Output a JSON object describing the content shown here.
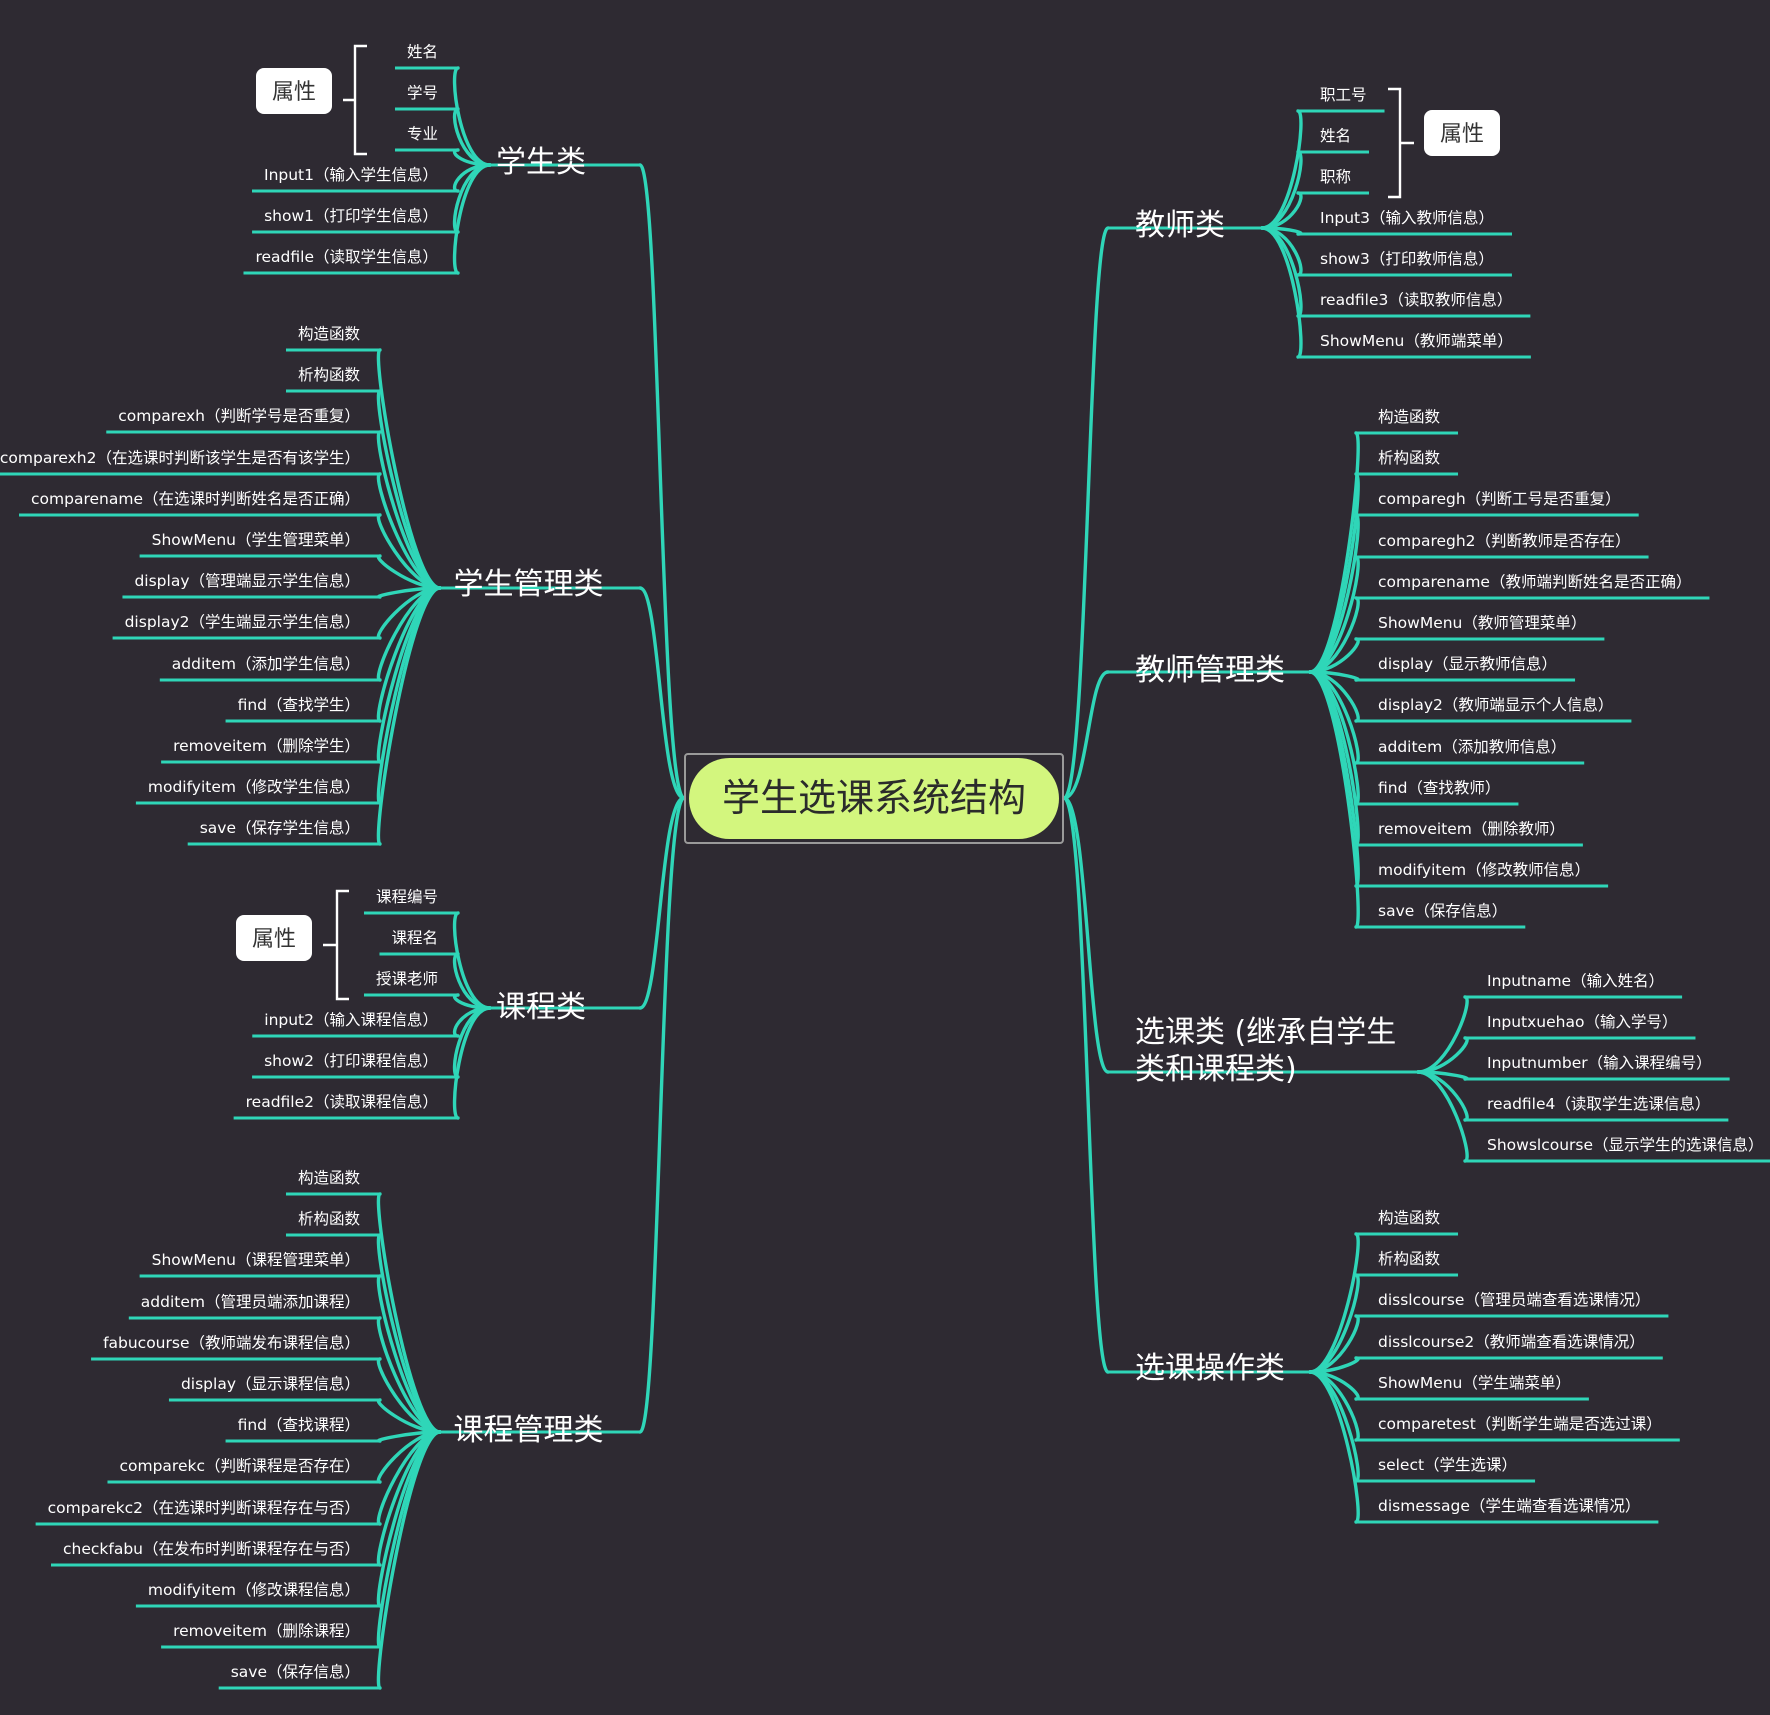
{
  "colors": {
    "background": "#2e2a32",
    "connector": "#2fd6b8",
    "hub": "#d3f67e"
  },
  "central": "学生选课系统结构",
  "attribute_tag": "属性",
  "branches": [
    {
      "title": "学生类",
      "items": [
        "姓名",
        "学号",
        "专业",
        "Input1（输入学生信息）",
        "show1（打印学生信息）",
        "readfile（读取学生信息）"
      ]
    },
    {
      "title": "学生管理类",
      "items": [
        "构造函数",
        "析构函数",
        "comparexh（判断学号是否重复）",
        "comparexh2（在选课时判断该学生是否有该学生）",
        "comparename（在选课时判断姓名是否正确）",
        "ShowMenu（学生管理菜单）",
        "display（管理端显示学生信息）",
        "display2（学生端显示学生信息）",
        "additem（添加学生信息）",
        "find（查找学生）",
        "removeitem（删除学生）",
        "modifyitem（修改学生信息）",
        "save（保存学生信息）"
      ]
    },
    {
      "title": "课程类",
      "items": [
        "课程编号",
        "课程名",
        "授课老师",
        "input2（输入课程信息）",
        "show2（打印课程信息）",
        "readfile2（读取课程信息）"
      ]
    },
    {
      "title": "课程管理类",
      "items": [
        "构造函数",
        "析构函数",
        "ShowMenu（课程管理菜单）",
        "additem（管理员端添加课程）",
        "fabucourse（教师端发布课程信息）",
        "display（显示课程信息）",
        "find（查找课程）",
        "comparekc（判断课程是否存在）",
        "comparekc2（在选课时判断课程存在与否）",
        "checkfabu（在发布时判断课程存在与否）",
        "modifyitem（修改课程信息）",
        "removeitem（删除课程）",
        "save（保存信息）"
      ]
    },
    {
      "title": "教师类",
      "items": [
        "职工号",
        "姓名",
        "职称",
        "Input3（输入教师信息）",
        "show3（打印教师信息）",
        "readfile3（读取教师信息）",
        "ShowMenu（教师端菜单）"
      ]
    },
    {
      "title": "教师管理类",
      "items": [
        "构造函数",
        "析构函数",
        "comparegh（判断工号是否重复）",
        "comparegh2（判断教师是否存在）",
        "comparename（教师端判断姓名是否正确）",
        "ShowMenu（教师管理菜单）",
        "display（显示教师信息）",
        "display2（教师端显示个人信息）",
        "additem（添加教师信息）",
        "find（查找教师）",
        "removeitem（删除教师）",
        "modifyitem（修改教师信息）",
        "save（保存信息）"
      ]
    },
    {
      "title_lines": [
        "选课类 (继承自学生",
        "类和课程类)"
      ],
      "items": [
        "Inputname（输入姓名）",
        "Inputxuehao（输入学号）",
        "Inputnumber（输入课程编号）",
        "readfile4（读取学生选课信息）",
        "Showslcourse（显示学生的选课信息）"
      ]
    },
    {
      "title": "选课操作类",
      "items": [
        "构造函数",
        "析构函数",
        "disslcourse（管理员端查看选课情况）",
        "disslcourse2（教师端查看选课情况）",
        "ShowMenu（学生端菜单）",
        "comparetest（判断学生端是否选过课）",
        "select（学生选课）",
        "dismessage（学生端查看选课情况）"
      ]
    }
  ]
}
